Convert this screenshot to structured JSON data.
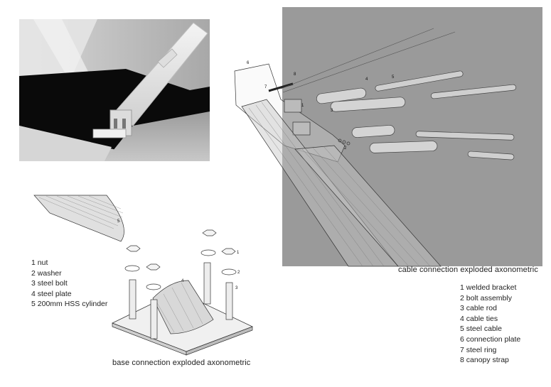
{
  "base_connection": {
    "caption": "base connection exploded axonometric",
    "legend": [
      {
        "num": "1",
        "label": "nut"
      },
      {
        "num": "2",
        "label": "washer"
      },
      {
        "num": "3",
        "label": "steel bolt"
      },
      {
        "num": "4",
        "label": "steel plate"
      },
      {
        "num": "5",
        "label": "200mm HSS cylinder"
      }
    ],
    "callouts": {
      "c1": "1",
      "c2": "2",
      "c3": "3",
      "c4": "4",
      "c5": "5"
    }
  },
  "cable_connection": {
    "caption": "cable connection exploded axonometric",
    "legend": [
      {
        "num": "1",
        "label": "welded bracket"
      },
      {
        "num": "2",
        "label": "bolt assembly"
      },
      {
        "num": "3",
        "label": "cable rod"
      },
      {
        "num": "4",
        "label": "cable ties"
      },
      {
        "num": "5",
        "label": "steel cable"
      },
      {
        "num": "6",
        "label": "connection plate"
      },
      {
        "num": "7",
        "label": "steel ring"
      },
      {
        "num": "8",
        "label": "canopy strap"
      }
    ],
    "callouts": {
      "c1": "1",
      "c2": "2",
      "c3": "3",
      "c4": "4",
      "c5": "5",
      "c6": "6",
      "c7": "7",
      "c8": "8"
    }
  },
  "colors": {
    "panel_gray": "#9a9a9a",
    "line": "#333333",
    "photo_dark": "#0a0a0a"
  }
}
